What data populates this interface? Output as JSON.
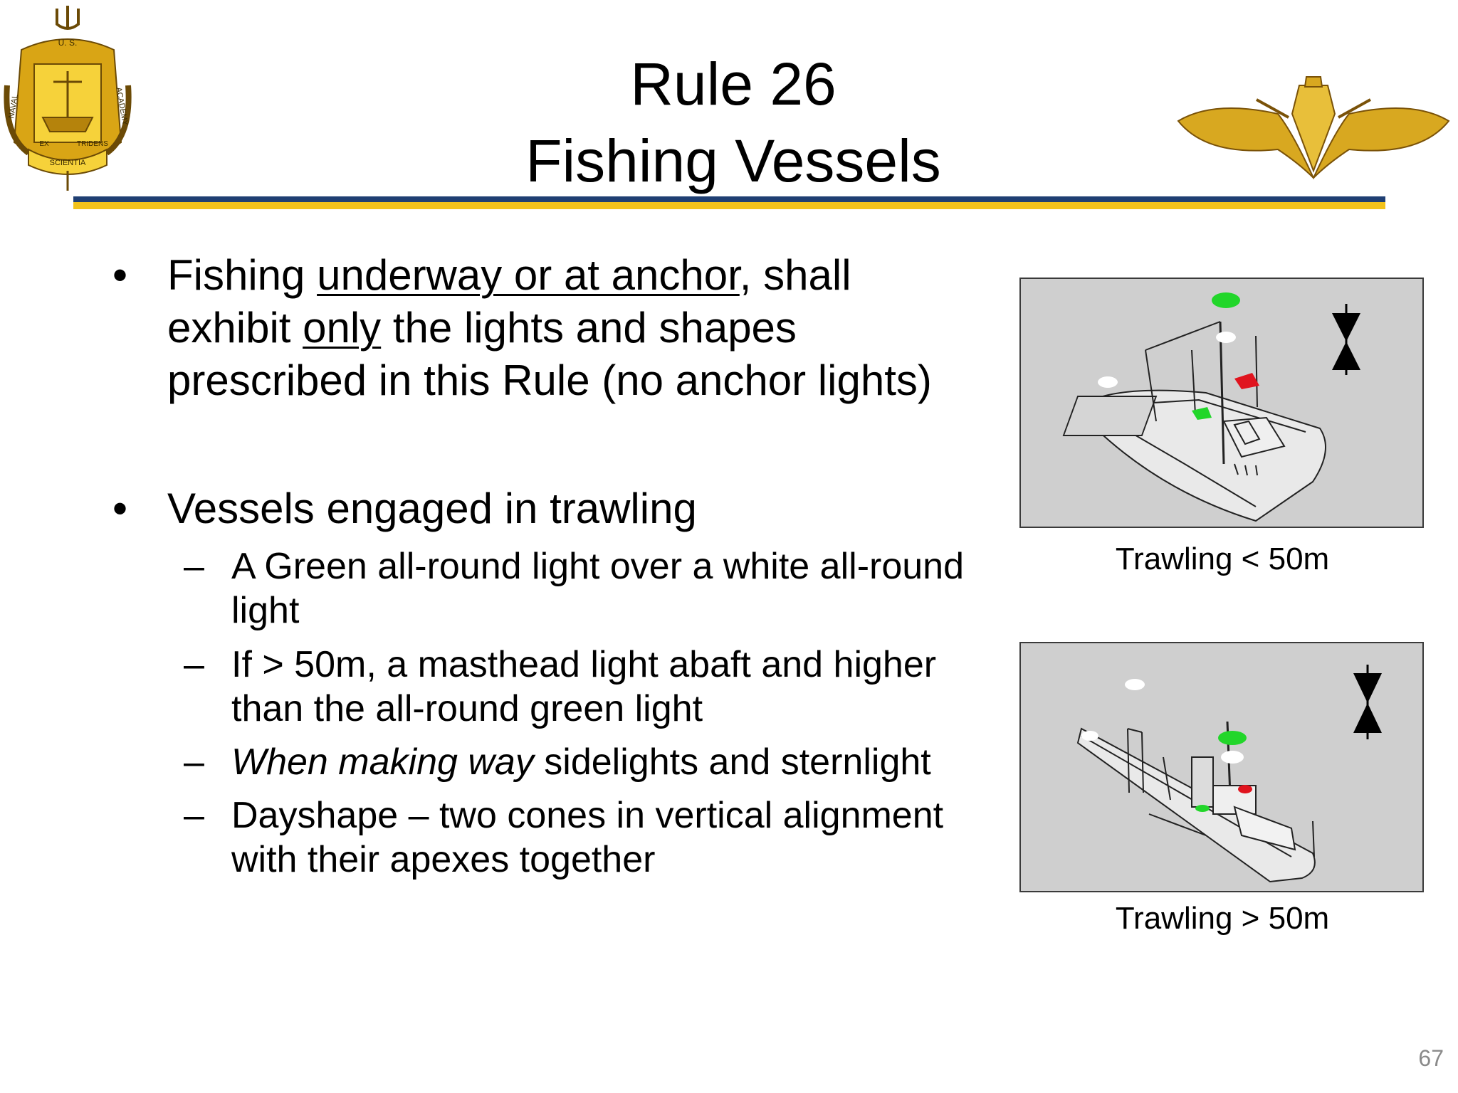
{
  "slide": {
    "title_line1": "Rule 26",
    "title_line2": "Fishing Vessels",
    "page_number": "67"
  },
  "crest": {
    "text_top": "U. S.",
    "text_left": "NAVAL",
    "text_right": "ACADEMY",
    "text_ribbon1": "EX",
    "text_ribbon2": "TRIDENS",
    "text_bottom": "SCIENTIA"
  },
  "bullet1": {
    "pre": "Fishing ",
    "u1": "underway or at anchor",
    "mid1": ", shall",
    "mid2": "exhibit ",
    "u2": "only",
    "post": " the lights and shapes",
    "line3": "prescribed in this Rule (no anchor lights)"
  },
  "bullet2": {
    "text": "Vessels engaged in trawling",
    "items": [
      {
        "l1": "A Green all-round light over a white all-round",
        "l2": "light"
      },
      {
        "l1": "If > 50m, a masthead light abaft and higher",
        "l2": "than the all-round green light"
      },
      {
        "italic": "When making way",
        "rest": " sidelights and sternlight"
      },
      {
        "l1": "Dayshape – two cones in vertical alignment",
        "l2": "with their apexes together"
      }
    ]
  },
  "figures": {
    "caption1": "Trawling < 50m",
    "caption2": "Trawling > 50m"
  },
  "colors": {
    "rule_blue": "#1f3f73",
    "rule_gold": "#f2c21b",
    "panel_bg": "#cfcfcf",
    "green_light": "#22d62a",
    "red_light": "#e0141e"
  }
}
